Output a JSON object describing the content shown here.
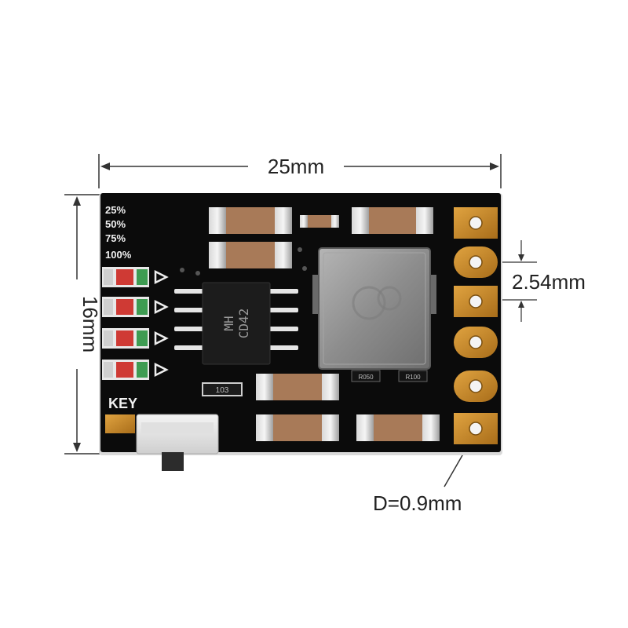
{
  "dimensions": {
    "width": "25mm",
    "height": "16mm",
    "pitch": "2.54mm",
    "hole": "D=0.9mm"
  },
  "board": {
    "led_labels": [
      "25%",
      "50%",
      "75%",
      "100%"
    ],
    "key_label": "KEY",
    "chip_line1": "MH",
    "chip_line2": "CD42",
    "resistor_code": "103",
    "r050_label": "R050",
    "r100_label": "R100",
    "colors": {
      "pcb": "#0b0b0b",
      "pad_gold": "#c98b2a",
      "capacitor": "#a87a58",
      "inductor": "#8c8c8c"
    }
  }
}
